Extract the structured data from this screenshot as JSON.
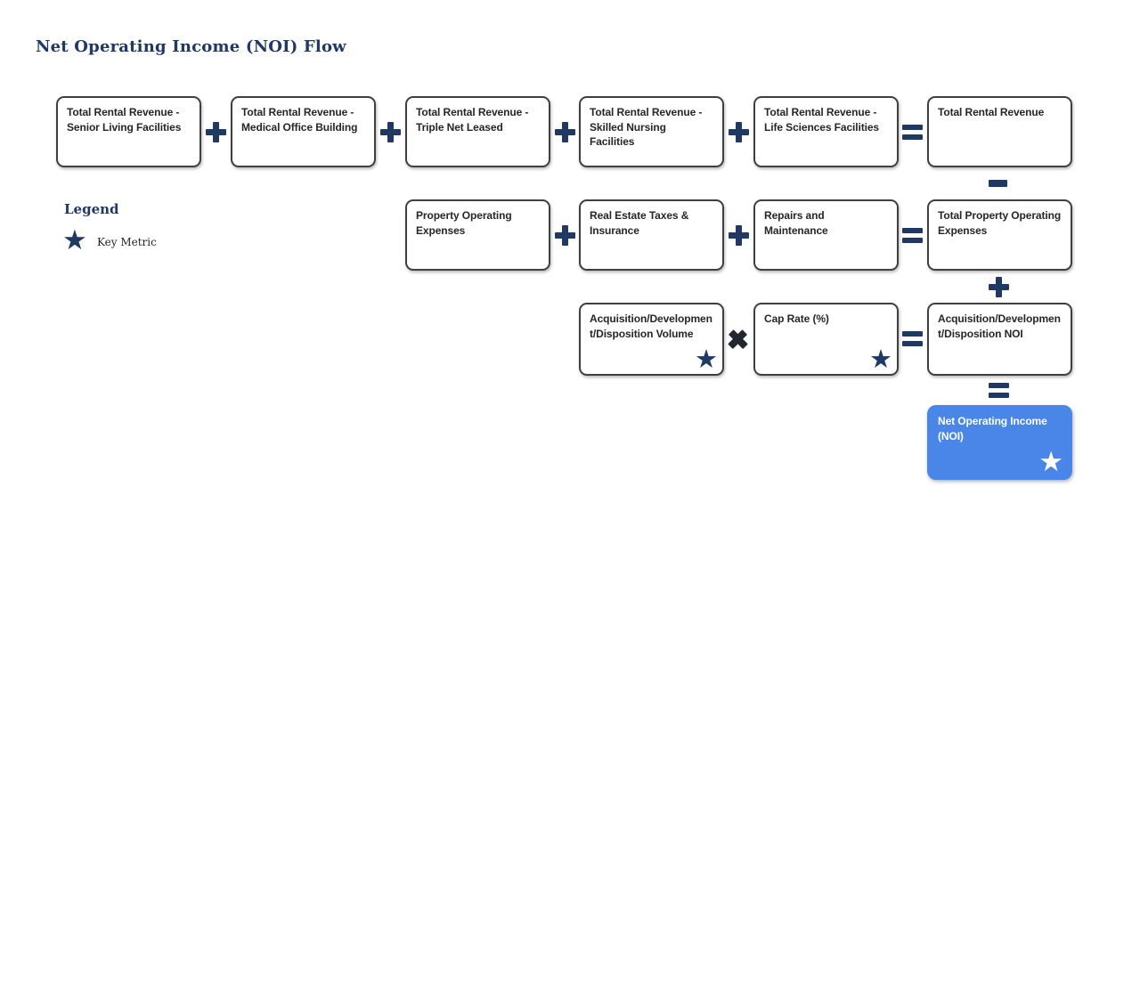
{
  "page": {
    "title": "Net Operating Income (NOI) Flow"
  },
  "legend": {
    "title": "Legend",
    "key_metric_label": "Key Metric",
    "key_metric_icon": "star-icon"
  },
  "colors": {
    "accent_navy": "#1f3864",
    "multiply_dark": "#23262e",
    "box_border": "#3f3f3f",
    "box_text": "#262626",
    "noi_blue": "#4a86e8",
    "noi_text": "#ffffff"
  },
  "operators": {
    "plus": "+",
    "minus": "−",
    "multiply": "✖",
    "equals": "="
  },
  "nodes": [
    {
      "id": "total-rental-revenue-senior-living-facilities",
      "label": "Total Rental Revenue - Senior Living Facilities",
      "key_metric": false
    },
    {
      "id": "total-rental-revenue-medical-office-building",
      "label": "Total Rental Revenue - Medical Office Building",
      "key_metric": false
    },
    {
      "id": "total-rental-revenue-triple-net-leased",
      "label": "Total Rental Revenue - Triple Net Leased",
      "key_metric": false
    },
    {
      "id": "total-rental-revenue-skilled-nursing-facilities",
      "label": "Total Rental Revenue - Skilled Nursing Facilities",
      "key_metric": false
    },
    {
      "id": "total-rental-revenue-life-sciences-facilities",
      "label": "Total Rental Revenue - Life Sciences Facilities",
      "key_metric": false
    },
    {
      "id": "total-rental-revenue",
      "label": "Total Rental Revenue",
      "key_metric": false
    },
    {
      "id": "property-operating-expenses",
      "label": "Property Operating Expenses",
      "key_metric": false
    },
    {
      "id": "real-estate-taxes-insurance",
      "label": "Real Estate Taxes & Insurance",
      "key_metric": false
    },
    {
      "id": "repairs-and-maintenance",
      "label": "Repairs and Maintenance",
      "key_metric": false
    },
    {
      "id": "total-property-operating-expenses",
      "label": "Total Property Operating Expenses",
      "key_metric": false
    },
    {
      "id": "acquisition-development-disposition-volume",
      "label": "Acquisition/Development/Disposition Volume",
      "key_metric": true
    },
    {
      "id": "cap-rate",
      "label": "Cap Rate (%)",
      "key_metric": true
    },
    {
      "id": "acquisition-development-disposition-noi",
      "label": "Acquisition/Development/Disposition NOI",
      "key_metric": false
    },
    {
      "id": "net-operating-income",
      "label": "Net Operating Income (NOI)",
      "key_metric": true
    }
  ]
}
